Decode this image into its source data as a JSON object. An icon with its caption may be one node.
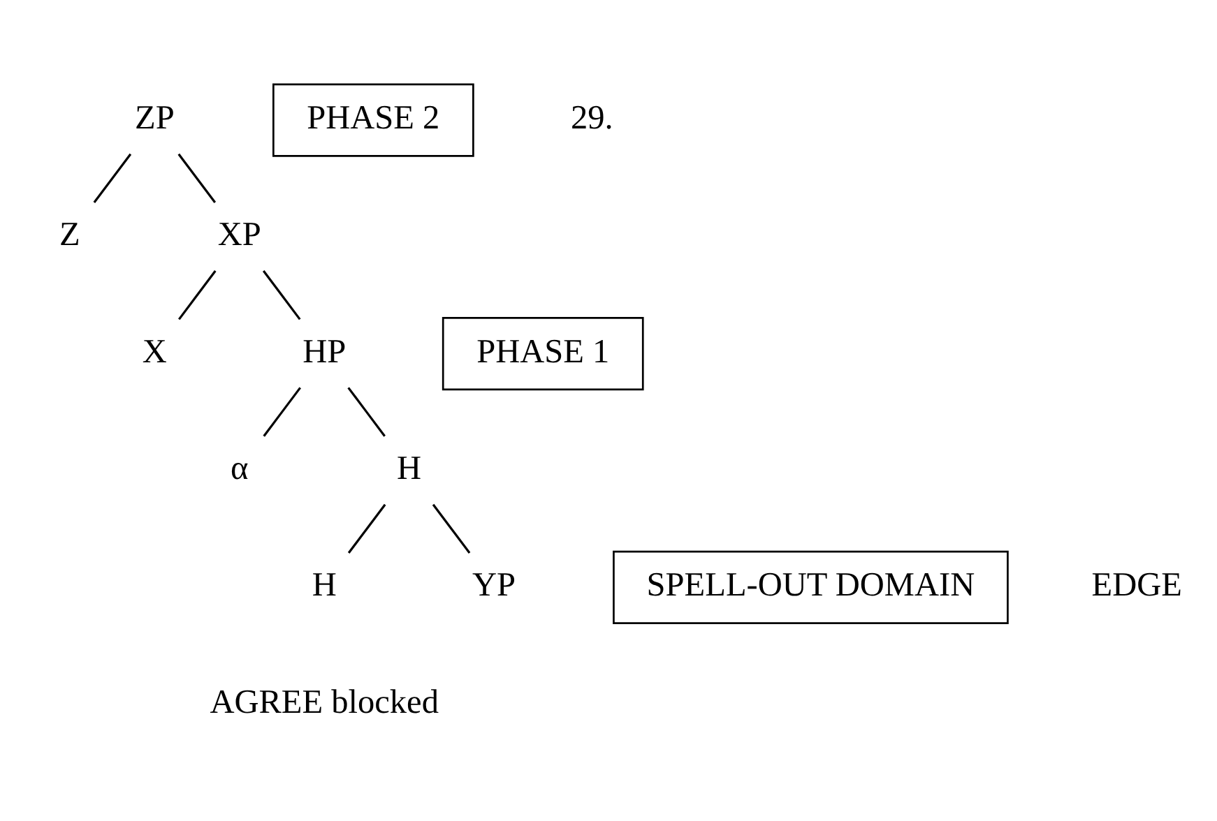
{
  "diagram": {
    "nodes": [
      {
        "text": [
          "ZP"
        ]
      },
      {
        "text": [
          "PHASE 2"
        ]
      },
      {
        "text": [
          "Z"
        ]
      },
      {
        "text": [
          "XP"
        ]
      },
      {
        "text": [
          "X"
        ]
      },
      {
        "text": [
          "HP"
        ]
      },
      {
        "text": [
          "PHASE 1"
        ]
      },
      {
        "text": [
          "α"
        ]
      },
      {
        "text": [
          "H"
        ]
      },
      {
        "text": [
          "SPELL-OUT DOMAIN"
        ]
      },
      {
        "text": [
          "H"
        ]
      },
      {
        "text": [
          "YP"
        ]
      }
    ],
    "edges": [
      {
        "from": 0,
        "to": 2,
        "arrow": "none"
      },
      {
        "from": 0,
        "to": 3,
        "arrow": "none"
      },
      {
        "from": 3,
        "to": 4,
        "arrow": "none"
      },
      {
        "from": 3,
        "to": 5,
        "arrow": "none"
      },
      {
        "from": 5,
        "to": 7,
        "arrow": "none"
      },
      {
        "from": 5,
        "to": 8,
        "arrow": "none"
      },
      {
        "from": 8,
        "to": 10,
        "arrow": "none"
      },
      {
        "from": 8,
        "to": 11,
        "arrow": "none"
      }
    ],
    "labels": [
      "29.",
      "EDGE",
      "AGREE blocked"
    ]
  }
}
